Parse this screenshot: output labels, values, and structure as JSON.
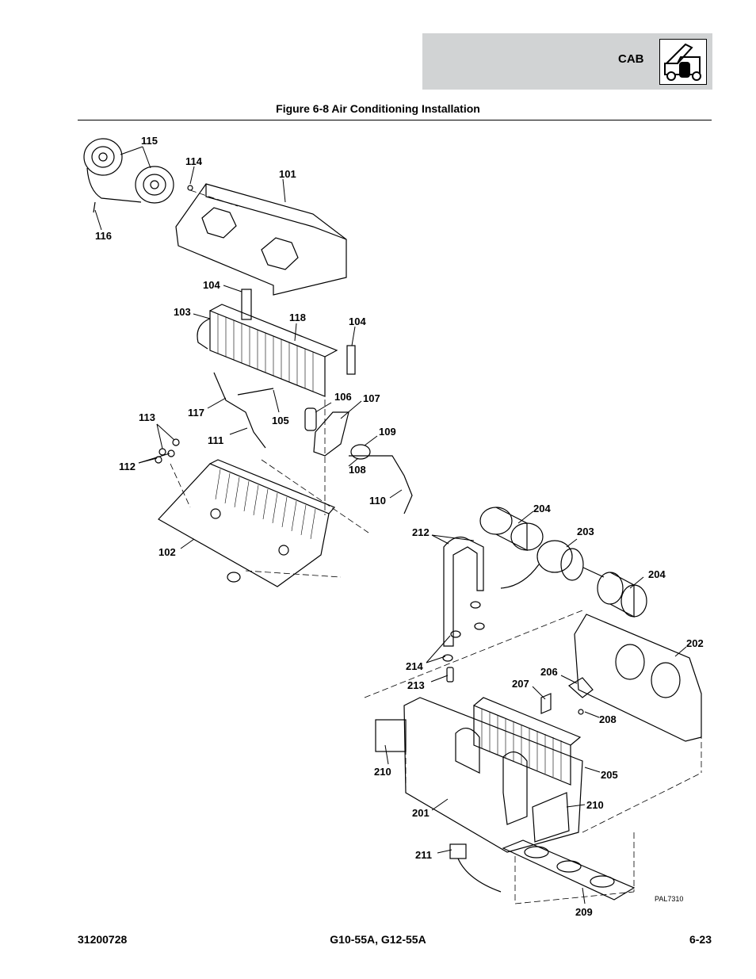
{
  "header": {
    "section": "CAB",
    "icon": "telehandler-icon"
  },
  "figure": {
    "title": "Figure 6-8 Air Conditioning Installation",
    "drawing_code": "PAL7310",
    "callouts": {
      "c115": "115",
      "c114": "114",
      "c101": "101",
      "c116": "116",
      "c104a": "104",
      "c103": "103",
      "c118": "118",
      "c104b": "104",
      "c106": "106",
      "c107": "107",
      "c117": "117",
      "c105": "105",
      "c113": "113",
      "c111": "111",
      "c109": "109",
      "c112": "112",
      "c108": "108",
      "c110": "110",
      "c102": "102",
      "c204a": "204",
      "c212": "212",
      "c203": "203",
      "c204b": "204",
      "c202": "202",
      "c214": "214",
      "c206": "206",
      "c207": "207",
      "c213": "213",
      "c208": "208",
      "c210a": "210",
      "c205": "205",
      "c210b": "210",
      "c201": "201",
      "c211": "211",
      "c209": "209"
    }
  },
  "footer": {
    "doc_number": "31200728",
    "models": "G10-55A, G12-55A",
    "page": "6-23"
  }
}
